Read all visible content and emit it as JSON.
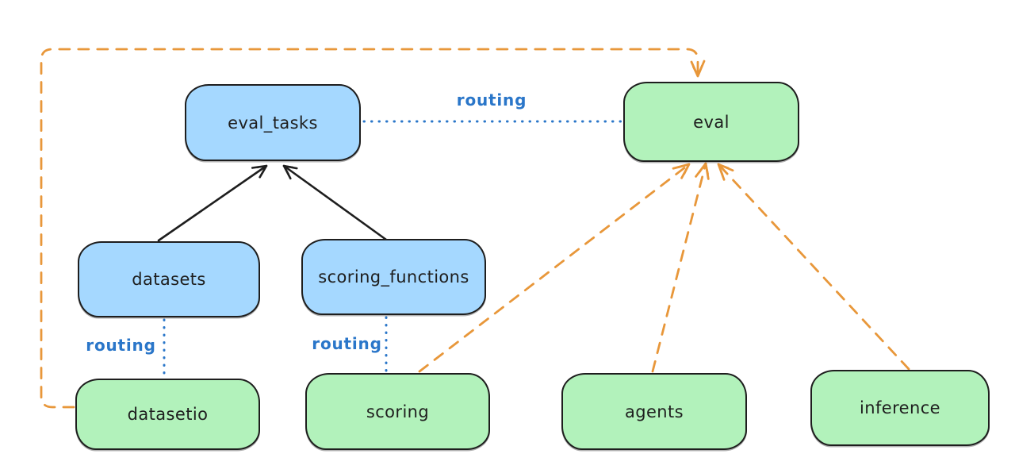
{
  "diagram": {
    "description": "Provider routing diagram with registry resources (blue) routed to API providers (green)"
  },
  "colors": {
    "background": "#ffffff",
    "blue_fill": "#a5d8ff",
    "green_fill": "#b2f2bb",
    "node_border": "#1e1e1e",
    "black_arrow": "#1e1e1e",
    "routing_blue": "#2a76c9",
    "orange_dash": "#e8973a"
  },
  "nodes": {
    "eval_tasks": {
      "label": "eval_tasks",
      "fill": "#a5d8ff"
    },
    "eval": {
      "label": "eval",
      "fill": "#b2f2bb"
    },
    "datasets": {
      "label": "datasets",
      "fill": "#a5d8ff"
    },
    "scoring_functions": {
      "label": "scoring_functions",
      "fill": "#a5d8ff"
    },
    "datasetio": {
      "label": "datasetio",
      "fill": "#b2f2bb"
    },
    "scoring": {
      "label": "scoring",
      "fill": "#b2f2bb"
    },
    "agents": {
      "label": "agents",
      "fill": "#b2f2bb"
    },
    "inference": {
      "label": "inference",
      "fill": "#b2f2bb"
    }
  },
  "edge_labels": {
    "eval_tasks_to_eval": "routing",
    "datasets_to_datasetio": "routing",
    "scoring_functions_to_scoring": "routing"
  },
  "edges": [
    {
      "from": "datasets",
      "to": "eval_tasks",
      "style": "solid",
      "color": "#1e1e1e",
      "arrow": true
    },
    {
      "from": "scoring_functions",
      "to": "eval_tasks",
      "style": "solid",
      "color": "#1e1e1e",
      "arrow": true
    },
    {
      "from": "eval_tasks",
      "to": "eval",
      "style": "dotted",
      "color": "#2a76c9",
      "label": "routing",
      "arrow": false
    },
    {
      "from": "datasets",
      "to": "datasetio",
      "style": "dotted",
      "color": "#2a76c9",
      "label": "routing",
      "arrow": false
    },
    {
      "from": "scoring_functions",
      "to": "scoring",
      "style": "dotted",
      "color": "#2a76c9",
      "label": "routing",
      "arrow": false
    },
    {
      "from": "datasetio",
      "to": "eval",
      "style": "dashed",
      "color": "#e8973a",
      "arrow": true,
      "route": "around-left-and-top"
    },
    {
      "from": "scoring",
      "to": "eval",
      "style": "dashed",
      "color": "#e8973a",
      "arrow": true
    },
    {
      "from": "agents",
      "to": "eval",
      "style": "dashed",
      "color": "#e8973a",
      "arrow": true
    },
    {
      "from": "inference",
      "to": "eval",
      "style": "dashed",
      "color": "#e8973a",
      "arrow": true
    }
  ]
}
